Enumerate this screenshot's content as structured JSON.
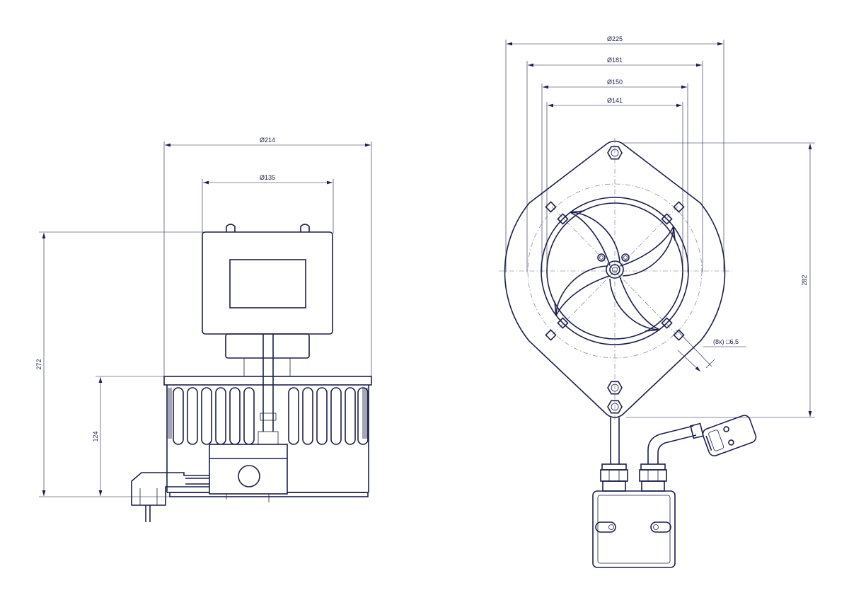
{
  "drawing": {
    "stroke_color": "#1c1f4a",
    "side_view": {
      "dims": {
        "d214": "Ø214",
        "d135": "Ø135",
        "h272": "272",
        "h124": "124"
      }
    },
    "front_view": {
      "dims": {
        "d225": "Ø225",
        "d181": "Ø181",
        "d150": "Ø150",
        "d141": "Ø141",
        "h282": "282",
        "holes": "(8x) □6,5"
      }
    }
  }
}
